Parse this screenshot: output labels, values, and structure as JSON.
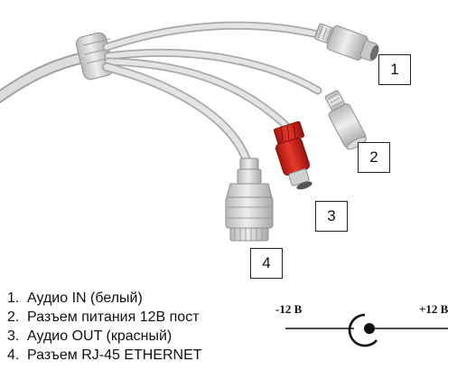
{
  "callouts": [
    "1",
    "2",
    "3",
    "4"
  ],
  "legend": [
    {
      "num": "1.",
      "text": "Аудио IN (белый)"
    },
    {
      "num": "2.",
      "text": "Разъем питания 12В пост"
    },
    {
      "num": "3.",
      "text": "Аудио OUT (красный)"
    },
    {
      "num": "4.",
      "text": "Разъем RJ-45 ETHERNET"
    }
  ],
  "polarity": {
    "negative": "-12 В",
    "positive": "+12 В"
  },
  "colors": {
    "cable": "#d7d9d6",
    "rca_red": "#d9261c",
    "connector_gray": "#c8cac7",
    "line": "#111111"
  }
}
